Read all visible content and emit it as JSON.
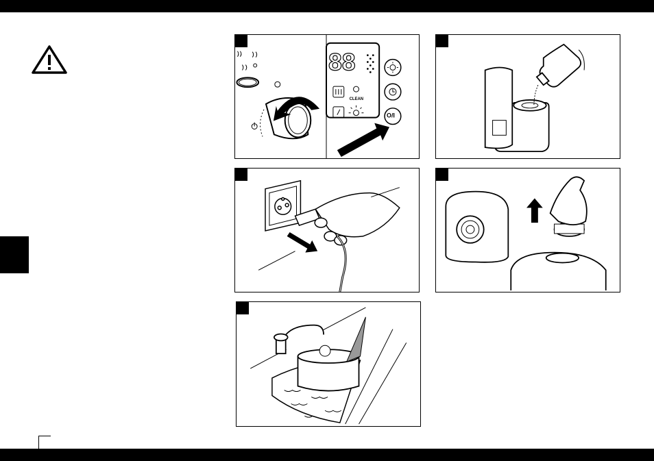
{
  "panel1": {
    "display_digits": "88",
    "clean_label": "CLEAN",
    "power_button_label": "O/I"
  },
  "icons": [
    "warning-triangle-icon",
    "clock-icon",
    "flower-icon",
    "bulb-icon",
    "power-icon"
  ],
  "colors": {
    "bars": "#000000",
    "line_art": "#000000",
    "background": "#ffffff"
  }
}
